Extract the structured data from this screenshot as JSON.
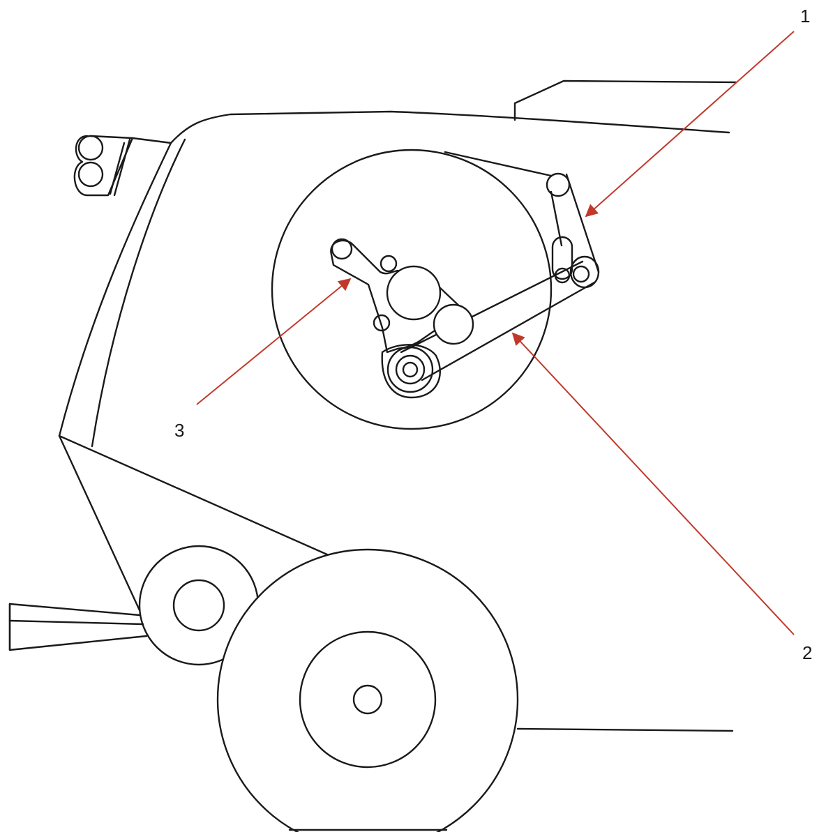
{
  "diagram": {
    "leader_color": "#c0392b",
    "ink_color": "#1a1a1a",
    "callouts": [
      {
        "id": "1",
        "label": "1"
      },
      {
        "id": "2",
        "label": "2"
      },
      {
        "id": "3",
        "label": "3"
      }
    ]
  }
}
